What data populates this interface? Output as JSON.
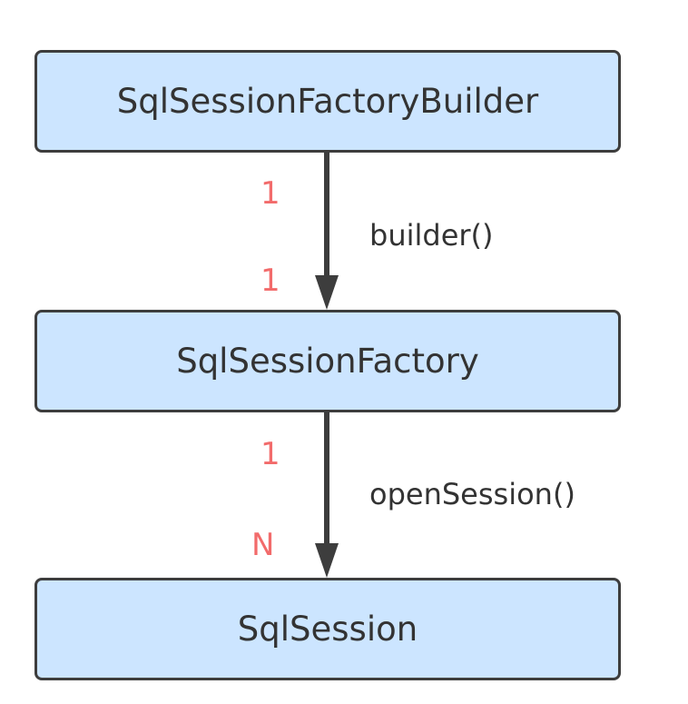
{
  "nodes": {
    "builder": "SqlSessionFactoryBuilder",
    "factory": "SqlSessionFactory",
    "session": "SqlSession"
  },
  "edges": [
    {
      "label": "builder()",
      "source_multiplicity": "1",
      "target_multiplicity": "1"
    },
    {
      "label": "openSession()",
      "source_multiplicity": "1",
      "target_multiplicity": "N"
    }
  ],
  "colors": {
    "node_fill": "#cce5ff",
    "node_border": "#3d3d3d",
    "text": "#333333",
    "multiplicity": "#f26b6b",
    "arrow": "#3d3d3d"
  }
}
